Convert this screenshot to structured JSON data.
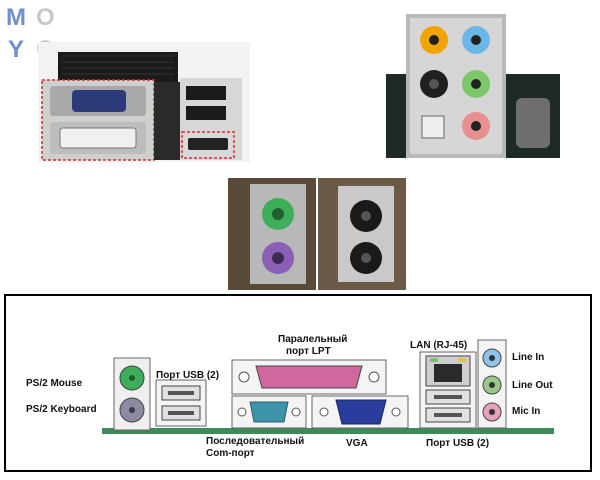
{
  "logo": {
    "letters": [
      "M",
      "O",
      "Y",
      "O"
    ],
    "colors": [
      "#6f8fd0",
      "#c5c9cf",
      "#6f8fd0",
      "#c5c9cf"
    ]
  },
  "diagram": {
    "ps2_mouse": "PS/2 Mouse",
    "ps2_keyboard": "PS/2 Keyboard",
    "usb_port_left": "Порт USB (2)",
    "lpt_line1": "Паралельный",
    "lpt_line2": "порт LPT",
    "serial_line1": "Последовательный",
    "serial_line2": "Com-порт",
    "vga": "VGA",
    "lan": "LAN (RJ-45)",
    "usb_port_right": "Порт USB (2)",
    "line_in": "Line In",
    "line_out": "Line Out",
    "mic_in": "Mic In"
  },
  "colors": {
    "ps2_mouse": "#3fae5a",
    "ps2_keyboard": "#8a8aa2",
    "lpt": "#d0679d",
    "serial": "#3f93a8",
    "vga": "#2a3c9c",
    "audio_line_in": "#8fc3e8",
    "audio_line_out": "#99c98a",
    "audio_mic": "#e4a0bd",
    "board": "#3f8a5a"
  }
}
